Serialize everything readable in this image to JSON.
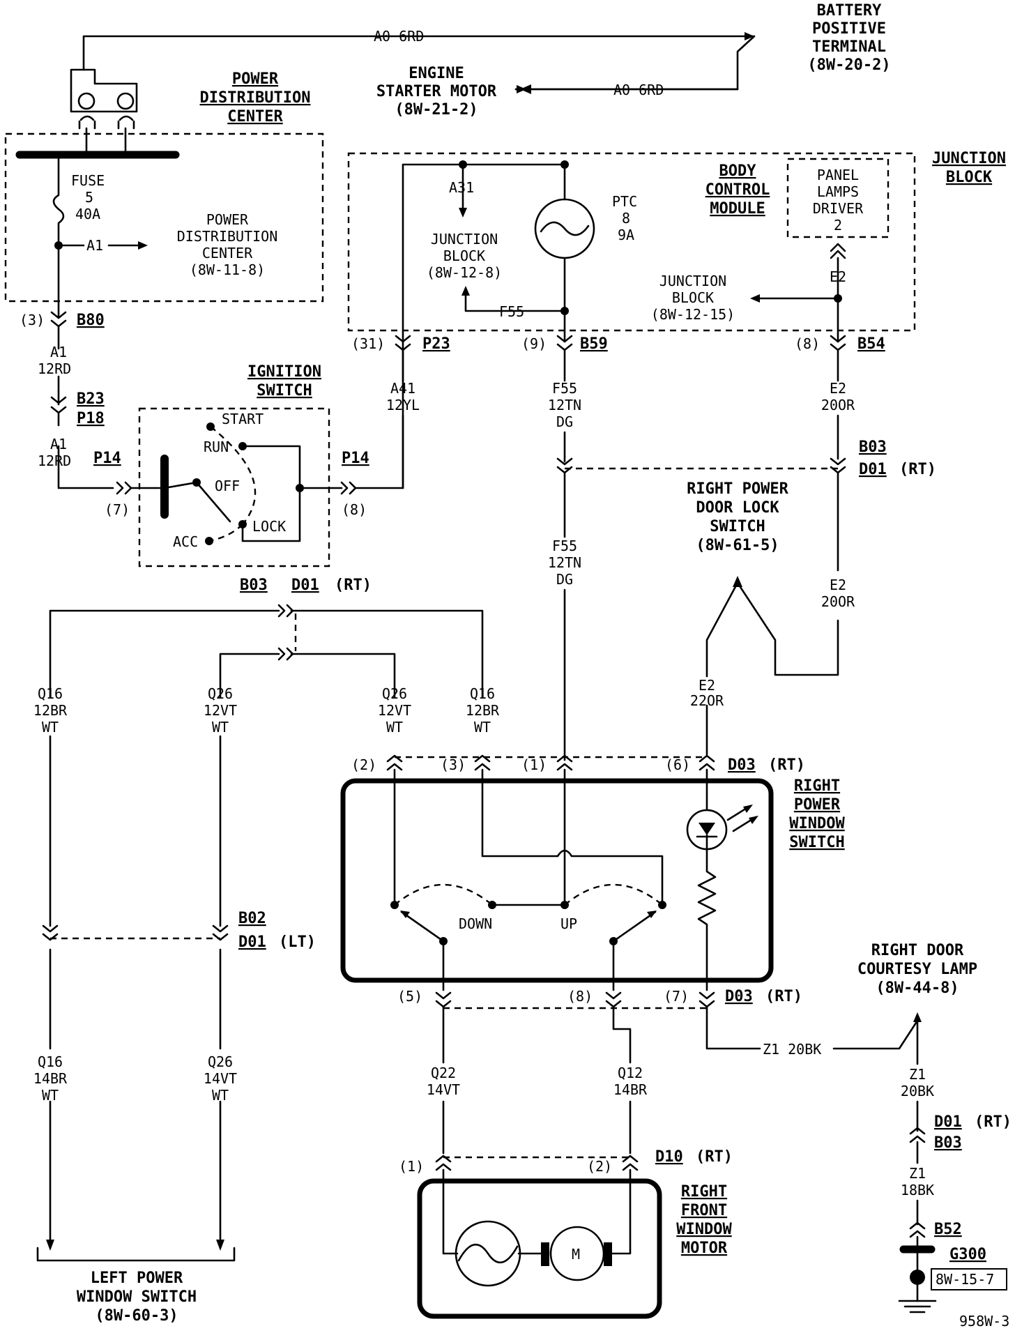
{
  "sheet_id": "958W-3",
  "battery": {
    "title": [
      "BATTERY",
      "POSITIVE",
      "TERMINAL"
    ],
    "ref": "(8W-20-2)",
    "wire_top": "A0 6RD"
  },
  "starter": {
    "title": [
      "ENGINE",
      "STARTER MOTOR"
    ],
    "ref": "(8W-21-2)",
    "wire": "A0 6RD"
  },
  "pdc": {
    "title": [
      "POWER",
      "DISTRIBUTION",
      "CENTER"
    ],
    "fuse": [
      "FUSE",
      "5",
      "40A"
    ],
    "a1_arrow": "A1",
    "ref": [
      "POWER",
      "DISTRIBUTION",
      "CENTER",
      "(8W-11-8)"
    ],
    "pin": "(3)",
    "conn": "B80"
  },
  "feed_wire": {
    "a1_1": [
      "A1",
      "12RD"
    ],
    "conn_b23": "B23",
    "conn_p18": "P18",
    "a1_2": [
      "A1",
      "12RD"
    ]
  },
  "ignition": {
    "title": [
      "IGNITION",
      "SWITCH"
    ],
    "positions": {
      "start": "START",
      "run": "RUN",
      "off": "OFF",
      "lock": "LOCK",
      "acc": "ACC"
    },
    "left_conn": "P14",
    "left_pin": "(7)",
    "right_conn": "P14",
    "right_pin": "(8)"
  },
  "junction_block": {
    "title": [
      "JUNCTION",
      "BLOCK"
    ],
    "a31": "A31",
    "jb_ref1": [
      "JUNCTION",
      "BLOCK",
      "(8W-12-8)"
    ],
    "f55": "F55",
    "ptc": [
      "PTC",
      "8",
      "9A"
    ],
    "bcm": [
      "BODY",
      "CONTROL",
      "MODULE"
    ],
    "panel_lamps": [
      "PANEL",
      "LAMPS",
      "DRIVER",
      "2"
    ],
    "e2": "E2",
    "jb_ref2": [
      "JUNCTION",
      "BLOCK",
      "(8W-12-15)"
    ],
    "pins": [
      {
        "pin": "(31)",
        "conn": "P23"
      },
      {
        "pin": "(9)",
        "conn": "B59"
      },
      {
        "pin": "(8)",
        "conn": "B54"
      }
    ]
  },
  "wires": {
    "a41": [
      "A41",
      "12YL"
    ],
    "f55_1": [
      "F55",
      "12TN",
      "DG"
    ],
    "f55_2": [
      "F55",
      "12TN",
      "DG"
    ],
    "e2_1": [
      "E2",
      "20OR"
    ],
    "e2_2": [
      "E2",
      "20OR"
    ],
    "e2_3": [
      "E2",
      "22OR"
    ],
    "q16_left": [
      "Q16",
      "12BR",
      "WT"
    ],
    "q26_left": [
      "Q26",
      "12VT",
      "WT"
    ],
    "q26_right": [
      "Q26",
      "12VT",
      "WT"
    ],
    "q16_right": [
      "Q16",
      "12BR",
      "WT"
    ],
    "q16_low": [
      "Q16",
      "14BR",
      "WT"
    ],
    "q26_low": [
      "Q26",
      "14VT",
      "WT"
    ],
    "q22": [
      "Q22",
      "14VT"
    ],
    "q12": [
      "Q12",
      "14BR"
    ],
    "z1_h": "Z1 20BK",
    "z1_a": [
      "Z1",
      "20BK"
    ],
    "z1_b": [
      "Z1",
      "18BK"
    ]
  },
  "connectors": {
    "b03_d01_top_b03": "B03",
    "b03_d01_top_d01": "D01",
    "b03_d01_top_rt": "(RT)",
    "b03_mid": "B03",
    "d01_mid": "D01",
    "d01_mid_rt": "(RT)",
    "b02": "B02",
    "d01_lt": "D01",
    "d01_lt_side": "(LT)",
    "d03_top": "D03",
    "d03_top_rt": "(RT)",
    "d03_bot": "D03",
    "d03_bot_rt": "(RT)",
    "d10": "D10",
    "d10_rt": "(RT)",
    "d01_z1": "D01",
    "d01_z1_rt": "(RT)",
    "b03_z1": "B03",
    "b52": "B52",
    "g300": "G300",
    "g300_ref": "8W-15-7",
    "pins_top": [
      "(2)",
      "(3)",
      "(1)",
      "(6)"
    ],
    "pins_bot": [
      "(5)",
      "(8)",
      "(7)"
    ],
    "motor_pins": [
      "(1)",
      "(2)"
    ]
  },
  "door_lock_switch": {
    "title": [
      "RIGHT POWER",
      "DOOR LOCK",
      "SWITCH"
    ],
    "ref": "(8W-61-5)"
  },
  "window_switch": {
    "title": [
      "RIGHT",
      "POWER",
      "WINDOW",
      "SWITCH"
    ],
    "down": "DOWN",
    "up": "UP"
  },
  "courtesy_lamp": {
    "title": [
      "RIGHT DOOR",
      "COURTESY LAMP"
    ],
    "ref": "(8W-44-8)"
  },
  "window_motor": {
    "title": [
      "RIGHT",
      "FRONT",
      "WINDOW",
      "MOTOR"
    ],
    "m": "M"
  },
  "left_switch": {
    "title": [
      "LEFT POWER",
      "WINDOW SWITCH"
    ],
    "ref": "(8W-60-3)"
  }
}
